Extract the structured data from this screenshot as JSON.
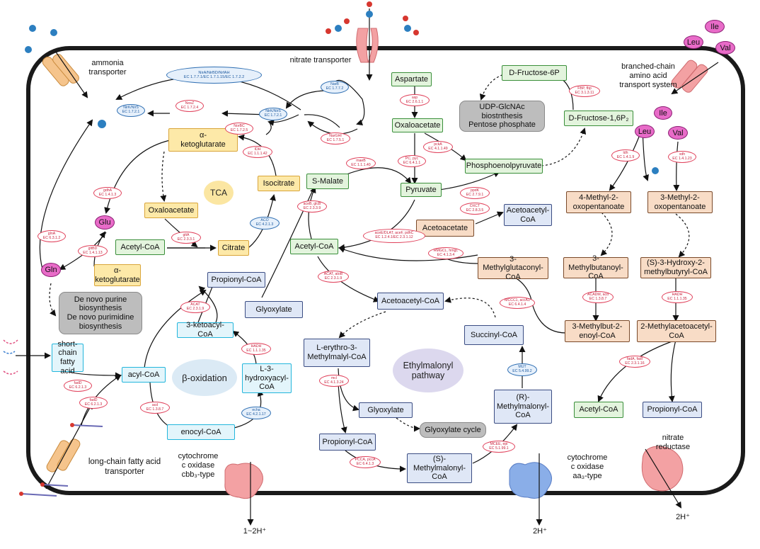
{
  "labels": {
    "ammonia_transporter": "ammonia\ntransporter",
    "nitrate_transporter": "nitrate transporter",
    "bcaa_transport": "branched-chain\namino acid\ntransport system",
    "lcfa_transporter": "long-chain fatty acid\ntransporter",
    "cyt_cbb3": "cytochrome\nc oxidase\ncbb₃-type",
    "cyt_aa3": "cytochrome\nc oxidase\naa₃-type",
    "nitrate_reductase": "nitrate\nreductase",
    "proton_1": "1~2H⁺",
    "proton_2": "2H⁺",
    "proton_3": "2H⁺",
    "tca": "TCA",
    "beta_ox": "β-oxidation",
    "ethylmalonyl": "Ethylmalonyl\npathway"
  },
  "metabolites": {
    "alpha_kg": "α-\nketoglutarate",
    "oxaloacetate_tca": "Oxaloacetate",
    "isocitrate": "Isocitrate",
    "citrate": "Citrate",
    "acetyl_coa_1": "Acetyl-CoA",
    "alpha_kg_2": "α-\nketoglutarate",
    "propionyl_coa_1": "Propionyl-CoA",
    "glyoxylate_1": "Glyoxylate",
    "ketoacyl_coa": "3-ketoacyl-CoA",
    "hydroxyacyl_coa": "L-3-\nhydroxyacyl-\nCoA",
    "acyl_coa": "acyl-CoA",
    "enoyl_coa": "enocyl-CoA",
    "short_chain_fa": "short-\nchain\nfatty acid",
    "s_malate": "S-Malate",
    "acetyl_coa_2": "Acetyl-CoA",
    "aspartate": "Aspartate",
    "oxaloacetate_2": "Oxaloacetate",
    "pyruvate": "Pyruvate",
    "pep": "Phosphoenolpyruvate",
    "d_fructose_6p": "D-Fructose-6P",
    "d_fructose_16p2": "D-Fructose-1,6P₂",
    "acetoacetate": "Acetoacetate",
    "acetoacetyl_coa_1": "Acetoacetyl-\nCoA",
    "hmg_coa": "3-Methylglutaconyl-\nCoA",
    "acetoacetyl_coa_2": "Acetoacetyl-CoA",
    "erythro": "L-erythro-3-\nMethylmalyl-CoA",
    "glyoxylate_2": "Glyoxylate",
    "propionyl_coa_2": "Propionyl-CoA",
    "s_methylmalonyl": "(S)-\nMethylmalonyl-\nCoA",
    "r_methylmalonyl": "(R)-\nMethylmalonyl-\nCoA",
    "succinyl_coa": "Succinyl-CoA",
    "methyl_oxo_4": "4-Methyl-2-\noxopentanoate",
    "methyl_oxo_3": "3-Methyl-2-\noxopentanoate",
    "methylbutanoyl": "3-Methylbutanoyl-\nCoA",
    "hydroxy_methylbutyryl": "(S)-3-Hydroxy-2-\nmethylbutyryl-CoA",
    "methylbut_enoyl": "3-Methylbut-2-\nenoyl-CoA",
    "methylacetoacetyl": "2-Methylacetoacetyl-\nCoA",
    "acetyl_coa_3": "Acetyl-CoA",
    "propionyl_coa_3": "Propionyl-CoA"
  },
  "grey_boxes": {
    "purine": "De novo purine\nbiosynthesis\nDe novo purimidine\nbiosynthesis",
    "udp": "UDP-GlcNAc\nbiostnthesis\nPentose phosphate",
    "glyoxylate_cycle": "Glyoxylate cycle"
  },
  "amino_acids": {
    "glu": "Glu",
    "gln": "Gln",
    "ile_top": "Ile",
    "leu_top": "Leu",
    "val_top": "Val",
    "ile": "Ile",
    "leu": "Leu",
    "val": "Val"
  },
  "enzymes": {
    "nira": [
      "NirA/NirBD/NrfAH",
      "EC 1.7.7.1/EC 1.7.1.15/EC 1.7.2.2"
    ],
    "nirk1": [
      "NirK/NirS",
      "EC 1.7.2.1"
    ],
    "nosz": [
      "NosZ",
      "EC 1.7.2.4"
    ],
    "norbc": [
      "NorBC",
      "EC 1.7.2.5"
    ],
    "nirk2": [
      "NirK/NirS",
      "EC 1.7.2.1"
    ],
    "narb": [
      "NarB",
      "EC 1.7.7.2"
    ],
    "narghi": [
      "NarGHI",
      "EC 1.7.5.1"
    ],
    "idh": [
      "IDH",
      "EC 1.1.1.42"
    ],
    "gdha": [
      "gdhA",
      "EC 1.4.1.3"
    ],
    "glna": [
      "glnA",
      "EC 6.3.1.2"
    ],
    "gltbd": [
      "gltBD",
      "EC 1.4.1.13"
    ],
    "glta": [
      "gltA",
      "EC 2.3.3.1"
    ],
    "aco": [
      "ACO",
      "EC 4.2.1.3"
    ],
    "acat1": [
      "ACAT",
      "EC 2.3.1.9"
    ],
    "hadh1": [
      "HADH",
      "EC 1.1.1.35"
    ],
    "echa": [
      "echa",
      "EC 4.2.1.17"
    ],
    "acd": [
      "acd",
      "EC 1.3.8.7"
    ],
    "fadd1": [
      "fadD",
      "EC 6.2.1.3"
    ],
    "fadd2": [
      "fadD",
      "EC 6.2.1.3"
    ],
    "asp": [
      "asp",
      "EC 2.6.1.1"
    ],
    "pcka": [
      "pckA",
      "EC 4.1.1.49"
    ],
    "pc": [
      "PC, pyc",
      "EC 6.4.1.1"
    ],
    "maeb": [
      "maeB",
      "EC 1.1.1.40"
    ],
    "ppdk": [
      "ppdK",
      "EC 2.7.9.1"
    ],
    "fbp": [
      "FBP, fbp",
      "EC 3.1.3.11"
    ],
    "aceb": [
      "aceB, glcB",
      "EC 2.3.3.9"
    ],
    "acee": [
      "aceE/DLAT, aceF, pdhC",
      "EC 1.2.4.1/EC 2.3.1.12"
    ],
    "oxct": [
      "OXCT",
      "EC 2.8.3.5"
    ],
    "hmgcl": [
      "HMGCL, hmgL",
      "EC 4.1.3.4"
    ],
    "acat2": [
      "ACAT, atoB",
      "EC 2.3.1.9"
    ],
    "mccc": [
      "MCCC1, accA1",
      "EC 6.4.1.4"
    ],
    "mut": [
      "MUT",
      "EC 5.4.99.2"
    ],
    "mcl": [
      "mcl",
      "EC 4.1.3.24"
    ],
    "pcca": [
      "PCCA, pccA",
      "EC 6.4.1.3"
    ],
    "mcee": [
      "MCEE, epi",
      "EC 5.1.99.1"
    ],
    "ldh": [
      "ldh",
      "EC 1.4.1.9"
    ],
    "xdh": [
      "xdh",
      "EC 1.4.1.23"
    ],
    "acadm": [
      "ACADM, acd",
      "EC 1.3.8.7"
    ],
    "hadh2": [
      "HADH",
      "EC 1.1.1.35"
    ],
    "fada": [
      "fadA, fadI",
      "EC 2.3.1.16"
    ]
  },
  "colors": {
    "tca_fill": "#fde9a8",
    "blue_fill": "#dfe7f6",
    "cyan_border": "#23b6dc",
    "green_fill": "#e3f4dd",
    "orange_fill": "#f8dcc6",
    "enzyme_red": "#e0405a",
    "amino_pink": "#e86bc8",
    "transporter_pink": "#f3a1a3",
    "transporter_orange": "#f5c48c",
    "oxidase_blue": "#8aaee8"
  }
}
